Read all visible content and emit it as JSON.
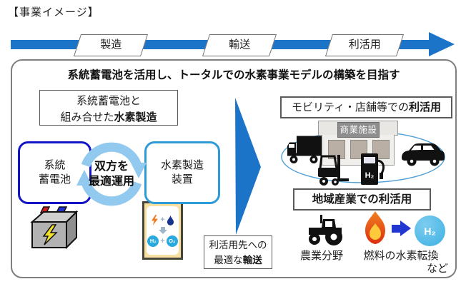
{
  "page_title": "【事業イメージ】",
  "process_band": {
    "stages": [
      {
        "label": "製造"
      },
      {
        "label": "輸送"
      },
      {
        "label": "利活用"
      }
    ]
  },
  "main": {
    "heading": "系統蓄電池を活用し、トータルでの水素事業モデルの構築を目指す",
    "production": {
      "title_line1": "系統蓄電池と",
      "title_line2_regular": "組み合せた",
      "title_line2_bold": "水素製造",
      "battery_box_line1": "系統",
      "battery_box_line2": "蓄電池",
      "device_box_line1": "水素製造",
      "device_box_line2": "装置",
      "cycle_line1": "双方を",
      "cycle_line2": "最適運用",
      "electrolysis": {
        "h2": "H₂",
        "o2": "O₂",
        "plus1": "+",
        "plus2": "+"
      }
    },
    "transport": {
      "line1": "利活用先への",
      "line2_regular": "最適な",
      "line2_bold": "輸送"
    },
    "mobility": {
      "title_regular": "モビリティ・店舗等での",
      "title_bold": "利活用",
      "building_sign": "商業施設",
      "pump_label": "H₂"
    },
    "regional": {
      "title": "地域産業での利活用",
      "agriculture_label": "農業分野",
      "fuel_label": "燃料の水素転換",
      "etc_label": "など",
      "h2_label": "H₂"
    }
  },
  "colors": {
    "band_blue": "#1b74c8",
    "battery_border": "#1515c8",
    "device_border": "#2e9bd6",
    "cycle_blue": "#92c9ef",
    "beige_bg": "#f8dfa2",
    "beige_border": "#45453a",
    "chip_blue": "#29a9dd",
    "h2_circle_blue": "#3cb1e2",
    "arrow_blue": "#2236d2",
    "sign_gray": "#8e8e8e"
  },
  "icons": {
    "battery": "car-battery-lightning-icon",
    "electrolyzer": "electricity-plus-water-to-h2-o2-icon",
    "cycle": "circular-arrows-icon",
    "truck": "truck-icon",
    "forklift": "forklift-icon",
    "fuel_dispenser": "h2-fuel-dispenser-icon",
    "car": "car-icon",
    "tractor": "tractor-icon",
    "flame": "flame-icon",
    "h2_bubble": "h2-molecule-bubble-icon"
  }
}
